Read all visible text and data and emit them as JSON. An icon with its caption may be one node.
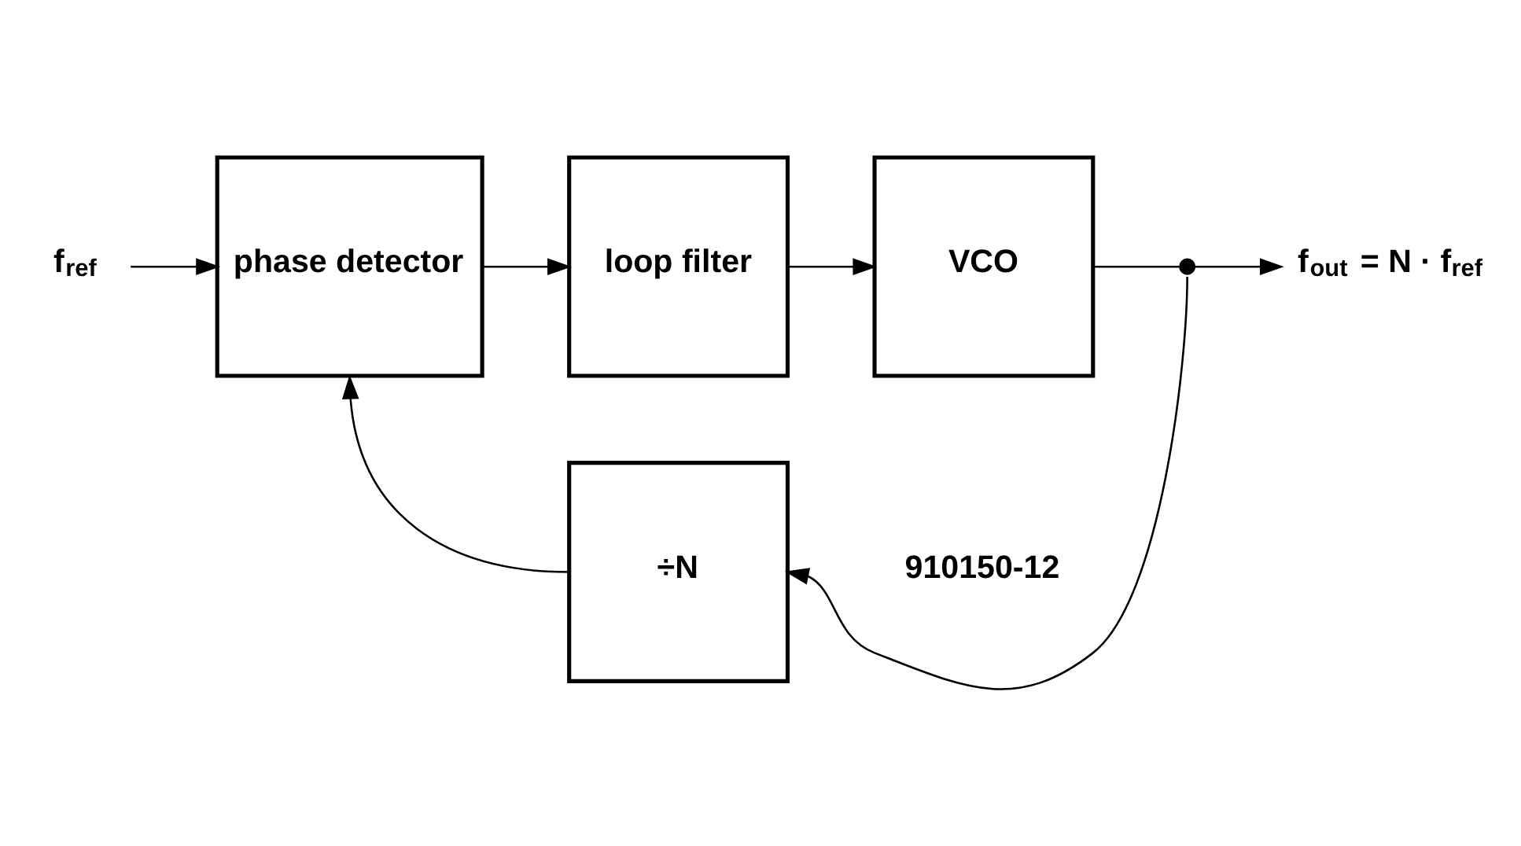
{
  "diagram": {
    "nodes": [
      {
        "text": [
          "phase detector"
        ]
      },
      {
        "text": [
          "loop filter"
        ]
      },
      {
        "text": [
          "VCO"
        ]
      },
      {
        "text": [
          "÷N"
        ]
      },
      {
        "text": [
          "f$_{ref}$"
        ]
      },
      {
        "text": [
          "f$_{out}$ = N · f$_{ref}$"
        ]
      },
      {
        "text": [],
        "shape": "circle"
      }
    ],
    "edges": [
      {
        "from": 4,
        "to": 0,
        "arrow": "to"
      },
      {
        "from": 0,
        "to": 1,
        "arrow": "to"
      },
      {
        "from": 1,
        "to": 2,
        "arrow": "to"
      },
      {
        "from": 2,
        "to": 6,
        "arrow": "none"
      },
      {
        "from": 6,
        "to": 5,
        "arrow": "to"
      },
      {
        "from": 6,
        "to": 3,
        "arrow": "to"
      },
      {
        "from": 3,
        "to": 0,
        "arrow": "to"
      }
    ],
    "labels": [
      "910150-12"
    ]
  }
}
